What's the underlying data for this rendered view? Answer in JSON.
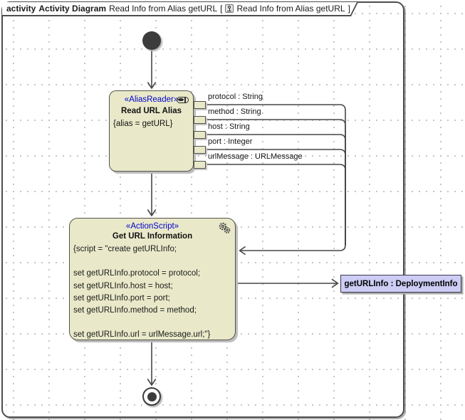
{
  "header": {
    "keyword": "activity",
    "title_bold": "Activity Diagram",
    "context_name": "Read Info from Alias getURL",
    "open_bracket": "[",
    "diagram_icon": "activity-diagram-icon",
    "diagram_name": "Read Info from Alias getURL",
    "close_bracket": "]"
  },
  "nodes": {
    "read_url_alias": {
      "stereotype": "«AliasReader»",
      "name": "Read URL Alias",
      "constraint": "{alias = getURL}",
      "pins": [
        {
          "label": "protocol : String"
        },
        {
          "label": "method : String"
        },
        {
          "label": "host : String"
        },
        {
          "label": "port : Integer"
        },
        {
          "label": "urlMessage : URLMessage"
        }
      ]
    },
    "get_url_information": {
      "stereotype": "«ActionScript»",
      "name": "Get URL Information",
      "script_lines": [
        "{script = \"create getURLInfo;",
        "",
        "set getURLInfo.protocol = protocol;",
        "set getURLInfo.host = host;",
        "set getURLInfo.port = port;",
        "set getURLInfo.method = method;",
        "",
        "set getURLInfo.url = urlMessage.url;\"}"
      ]
    },
    "get_url_info_object": {
      "label": "getURLInfo : DeploymentInfo"
    }
  },
  "colors": {
    "action_fill": "#e9e9ca",
    "action_border": "#53534a",
    "object_fill": "#ccccf4",
    "stereotype_text": "#0000cc",
    "edge": "#474747",
    "frame_border": "#4d4d4d",
    "grid_dot": "#bcbcbc",
    "node_shadow": "#bdbdbd"
  }
}
